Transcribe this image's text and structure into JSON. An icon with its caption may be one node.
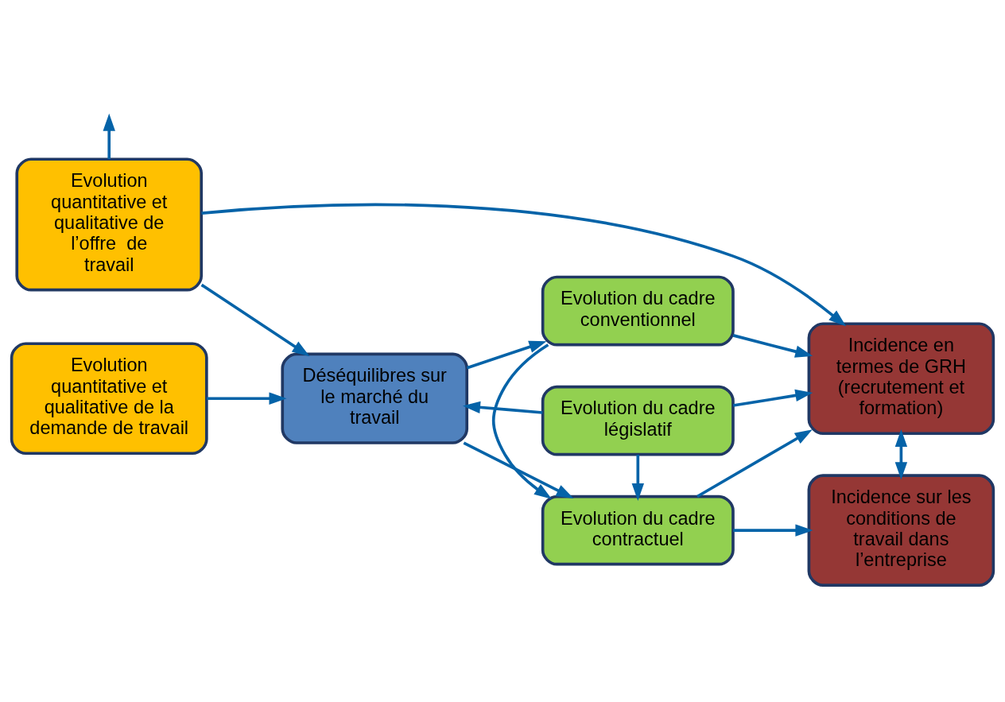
{
  "diagram": {
    "nodes": [
      {
        "text": [
          "Evolution quantitative et qualitative de la demande de travail"
        ]
      },
      {
        "text": [
          "Evolution quantitative et qualitative de l’offre  de travail"
        ]
      },
      {
        "text": [
          "Déséquilibres sur le marché du travail"
        ]
      },
      {
        "text": [
          "Evolution du cadre législatif"
        ]
      },
      {
        "text": [
          "Evolution du cadre contractuel"
        ]
      },
      {
        "text": [
          "Evolution du cadre conventionnel"
        ]
      },
      {
        "text": [
          "Incidence en termes de GRH (recrutement et formation)"
        ]
      },
      {
        "text": [
          "Incidence sur les conditions de travail dans l’entreprise"
        ]
      }
    ],
    "edges": [
      {
        "from": 1,
        "to": null,
        "arrow": "to"
      },
      {
        "from": 1,
        "to": 6,
        "arrow": "to"
      },
      {
        "from": 0,
        "to": 2,
        "arrow": "to"
      },
      {
        "from": 1,
        "to": 2,
        "arrow": "to"
      },
      {
        "from": 3,
        "to": 2,
        "arrow": "to"
      },
      {
        "from": 2,
        "to": 4,
        "arrow": "to"
      },
      {
        "from": 2,
        "to": 5,
        "arrow": "to"
      },
      {
        "from": 3,
        "to": 4,
        "arrow": "to"
      },
      {
        "from": 5,
        "to": 4,
        "arrow": "to"
      },
      {
        "from": 3,
        "to": 6,
        "arrow": "to"
      },
      {
        "from": 4,
        "to": 6,
        "arrow": "to"
      },
      {
        "from": 5,
        "to": 6,
        "arrow": "to"
      },
      {
        "from": 4,
        "to": 7,
        "arrow": "to"
      },
      {
        "from": 6,
        "to": 7,
        "arrow": "both"
      }
    ]
  }
}
